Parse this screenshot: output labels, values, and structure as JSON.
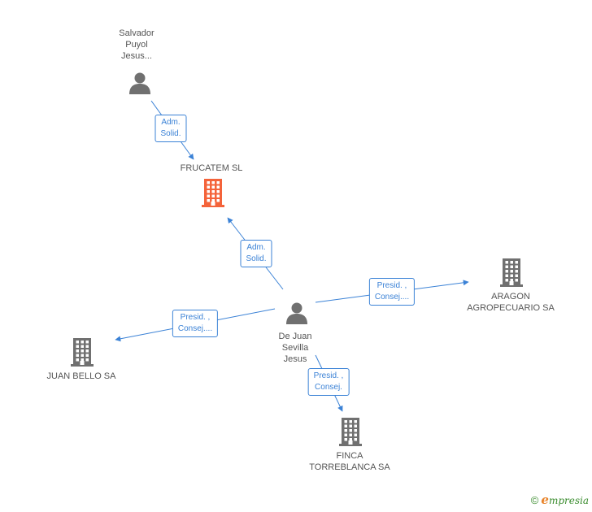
{
  "colors": {
    "edge": "#3b82d6",
    "icon": "#707070",
    "focus": "#f4633a"
  },
  "nodes": [
    {
      "id": "salvador",
      "kind": "person",
      "lines": [
        "Salvador",
        "Puyol",
        "Jesus..."
      ]
    },
    {
      "id": "frucatem",
      "kind": "company",
      "highlight": true,
      "lines": [
        "FRUCATEM SL"
      ]
    },
    {
      "id": "dejuan",
      "kind": "person",
      "lines": [
        "De Juan",
        "Sevilla",
        "Jesus"
      ]
    },
    {
      "id": "aragon",
      "kind": "company",
      "lines": [
        "ARAGON",
        "AGROPECUARIO SA"
      ]
    },
    {
      "id": "juanbello",
      "kind": "company",
      "lines": [
        "JUAN BELLO SA"
      ]
    },
    {
      "id": "finca",
      "kind": "company",
      "lines": [
        "FINCA",
        "TORREBLANCA SA"
      ]
    }
  ],
  "edges": [
    {
      "id": "e1",
      "from": "salvador",
      "to": "frucatem",
      "lines": [
        "Adm.",
        "Solid."
      ]
    },
    {
      "id": "e2",
      "from": "dejuan",
      "to": "frucatem",
      "lines": [
        "Adm.",
        "Solid."
      ]
    },
    {
      "id": "e3",
      "from": "dejuan",
      "to": "aragon",
      "lines": [
        "Presid. ,",
        "Consej...."
      ]
    },
    {
      "id": "e4",
      "from": "dejuan",
      "to": "juanbello",
      "lines": [
        "Presid. ,",
        "Consej...."
      ]
    },
    {
      "id": "e5",
      "from": "dejuan",
      "to": "finca",
      "lines": [
        "Presid. ,",
        "Consej."
      ]
    }
  ],
  "footer": {
    "copyright": "©",
    "brand_initial": "e",
    "brand_rest": "mpresia"
  }
}
